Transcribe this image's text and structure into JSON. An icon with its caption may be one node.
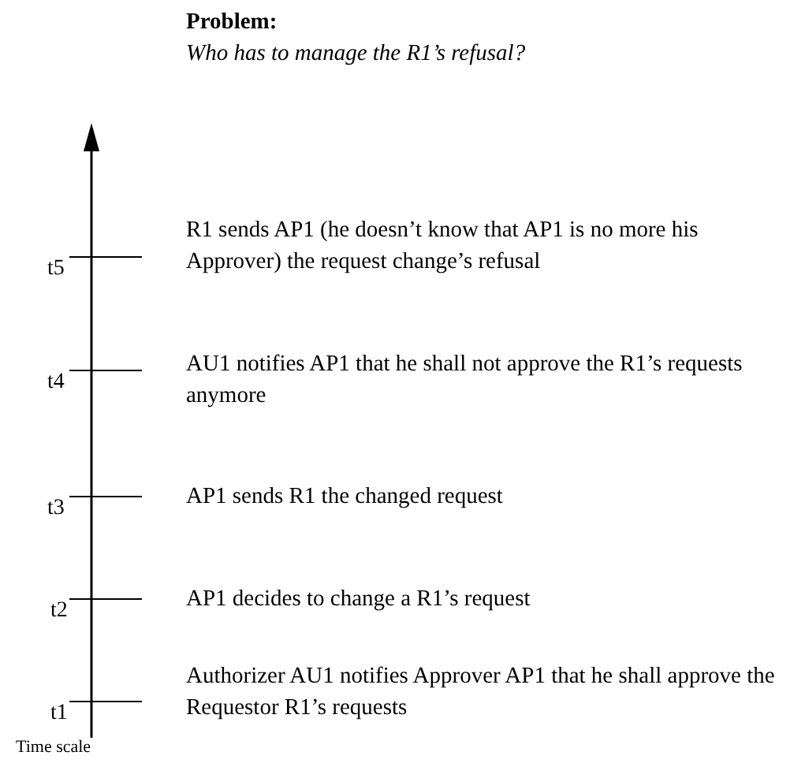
{
  "diagram": {
    "title": "Problem:",
    "labels": [
      "Who has to manage the R1’s refusal?",
      "t5",
      "R1 sends AP1 (he doesn’t know that AP1 is no more his Approver) the request change’s refusal",
      "t4",
      "AU1 notifies AP1 that he shall not approve the R1’s requests anymore",
      "t3",
      "AP1 sends R1 the changed request",
      "t2",
      "AP1 decides to change a R1’s request",
      "t1",
      "Authorizer AU1 notifies Approver AP1 that he shall approve the Requestor  R1’s requests",
      "Time scale"
    ]
  }
}
